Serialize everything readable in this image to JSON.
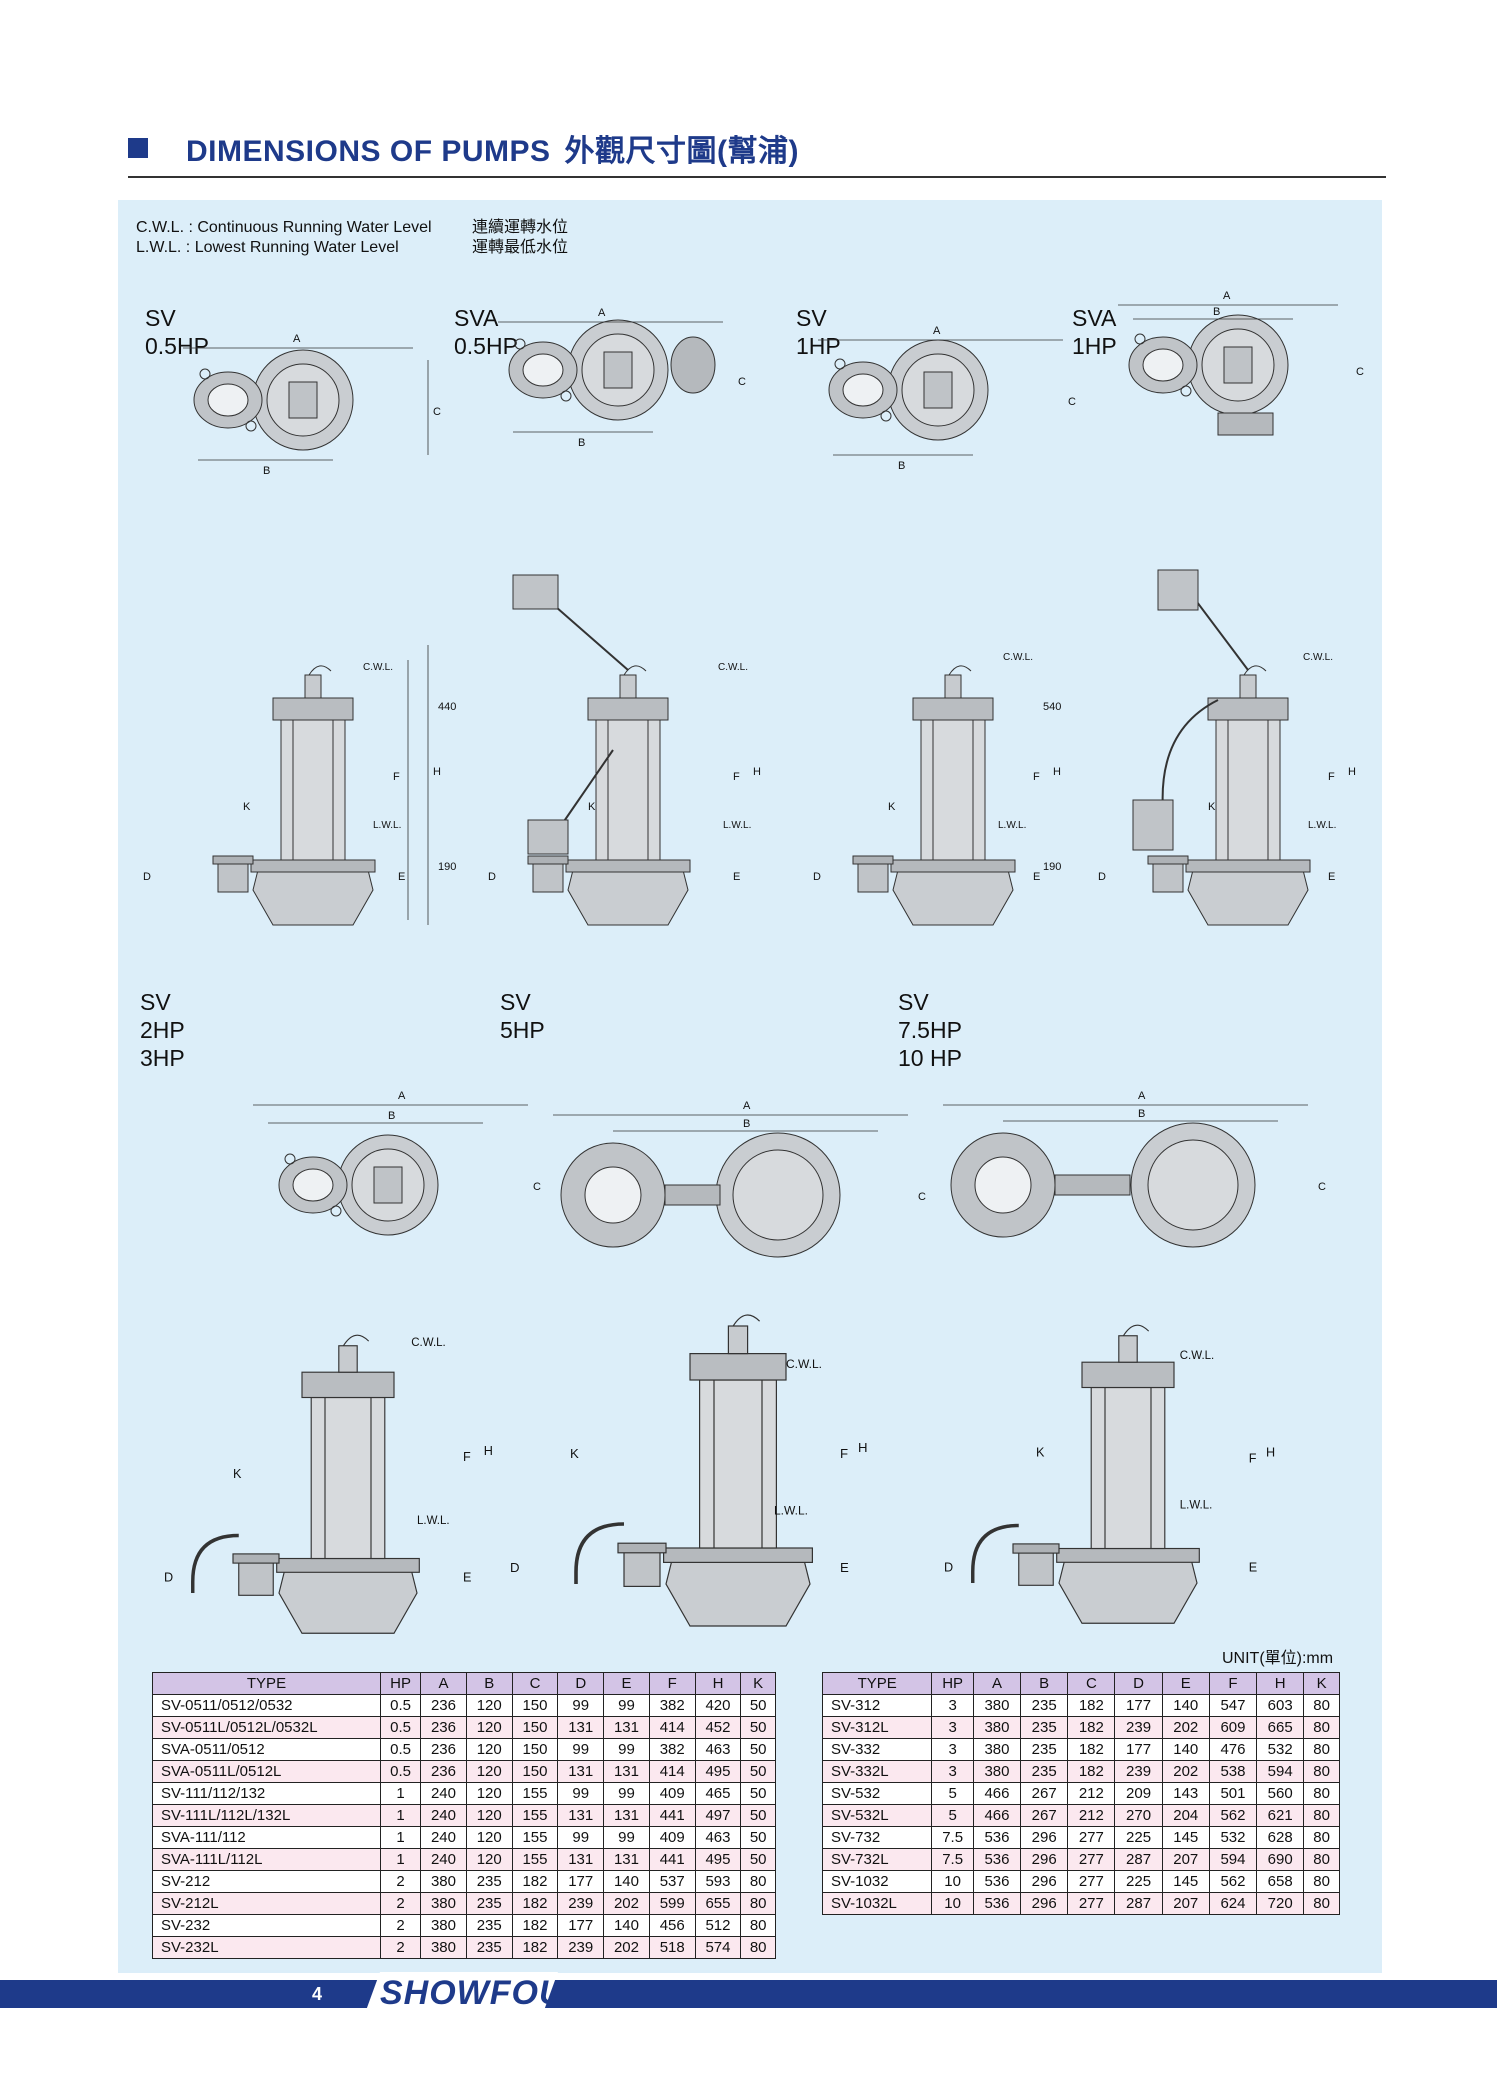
{
  "header": {
    "title": "DIMENSIONS OF PUMPS",
    "title_cn": "外觀尺寸圖(幫浦)"
  },
  "legend": [
    {
      "en": "C.W.L. : Continuous Running Water Level",
      "cn": "連續運轉水位"
    },
    {
      "en": "L.W.L. : Lowest Running Water Level",
      "cn": "運轉最低水位"
    }
  ],
  "models": [
    {
      "name": "SV",
      "hp": [
        "0.5HP"
      ]
    },
    {
      "name": "SVA",
      "hp": [
        "0.5HP"
      ]
    },
    {
      "name": "SV",
      "hp": [
        "1HP"
      ]
    },
    {
      "name": "SVA",
      "hp": [
        "1HP"
      ]
    },
    {
      "name": "SV",
      "hp": [
        "2HP",
        "3HP"
      ]
    },
    {
      "name": "SV",
      "hp": [
        "5HP"
      ]
    },
    {
      "name": "SV",
      "hp": [
        "7.5HP",
        "10 HP"
      ]
    }
  ],
  "drawing_labels": {
    "cwl": "C.W.L.",
    "lwl": "L.W.L.",
    "a": "A",
    "b": "B",
    "c": "C",
    "d": "D",
    "e": "E",
    "f": "F",
    "h": "H",
    "k": "K",
    "dim440": "440",
    "dim540": "540",
    "dim190": "190"
  },
  "unit": "UNIT(單位):mm",
  "table_headers": [
    "TYPE",
    "HP",
    "A",
    "B",
    "C",
    "D",
    "E",
    "F",
    "H",
    "K"
  ],
  "table_left": [
    [
      "SV-0511/0512/0532",
      "0.5",
      "236",
      "120",
      "150",
      "99",
      "99",
      "382",
      "420",
      "50"
    ],
    [
      "SV-0511L/0512L/0532L",
      "0.5",
      "236",
      "120",
      "150",
      "131",
      "131",
      "414",
      "452",
      "50"
    ],
    [
      "SVA-0511/0512",
      "0.5",
      "236",
      "120",
      "150",
      "99",
      "99",
      "382",
      "463",
      "50"
    ],
    [
      "SVA-0511L/0512L",
      "0.5",
      "236",
      "120",
      "150",
      "131",
      "131",
      "414",
      "495",
      "50"
    ],
    [
      "SV-111/112/132",
      "1",
      "240",
      "120",
      "155",
      "99",
      "99",
      "409",
      "465",
      "50"
    ],
    [
      "SV-111L/112L/132L",
      "1",
      "240",
      "120",
      "155",
      "131",
      "131",
      "441",
      "497",
      "50"
    ],
    [
      "SVA-111/112",
      "1",
      "240",
      "120",
      "155",
      "99",
      "99",
      "409",
      "463",
      "50"
    ],
    [
      "SVA-111L/112L",
      "1",
      "240",
      "120",
      "155",
      "131",
      "131",
      "441",
      "495",
      "50"
    ],
    [
      "SV-212",
      "2",
      "380",
      "235",
      "182",
      "177",
      "140",
      "537",
      "593",
      "80"
    ],
    [
      "SV-212L",
      "2",
      "380",
      "235",
      "182",
      "239",
      "202",
      "599",
      "655",
      "80"
    ],
    [
      "SV-232",
      "2",
      "380",
      "235",
      "182",
      "177",
      "140",
      "456",
      "512",
      "80"
    ],
    [
      "SV-232L",
      "2",
      "380",
      "235",
      "182",
      "239",
      "202",
      "518",
      "574",
      "80"
    ]
  ],
  "table_right": [
    [
      "SV-312",
      "3",
      "380",
      "235",
      "182",
      "177",
      "140",
      "547",
      "603",
      "80"
    ],
    [
      "SV-312L",
      "3",
      "380",
      "235",
      "182",
      "239",
      "202",
      "609",
      "665",
      "80"
    ],
    [
      "SV-332",
      "3",
      "380",
      "235",
      "182",
      "177",
      "140",
      "476",
      "532",
      "80"
    ],
    [
      "SV-332L",
      "3",
      "380",
      "235",
      "182",
      "239",
      "202",
      "538",
      "594",
      "80"
    ],
    [
      "SV-532",
      "5",
      "466",
      "267",
      "212",
      "209",
      "143",
      "501",
      "560",
      "80"
    ],
    [
      "SV-532L",
      "5",
      "466",
      "267",
      "212",
      "270",
      "204",
      "562",
      "621",
      "80"
    ],
    [
      "SV-732",
      "7.5",
      "536",
      "296",
      "277",
      "225",
      "145",
      "532",
      "628",
      "80"
    ],
    [
      "SV-732L",
      "7.5",
      "536",
      "296",
      "277",
      "287",
      "207",
      "594",
      "690",
      "80"
    ],
    [
      "SV-1032",
      "10",
      "536",
      "296",
      "277",
      "225",
      "145",
      "562",
      "658",
      "80"
    ],
    [
      "SV-1032L",
      "10",
      "536",
      "296",
      "277",
      "287",
      "207",
      "624",
      "720",
      "80"
    ]
  ],
  "footer": {
    "page": "4",
    "brand": "SHOWFOU"
  },
  "colors": {
    "accent": "#1e3a8a",
    "panel": "#dceef9",
    "table_header": "#d3c4e6",
    "row_alt": "#fbe8ef"
  }
}
